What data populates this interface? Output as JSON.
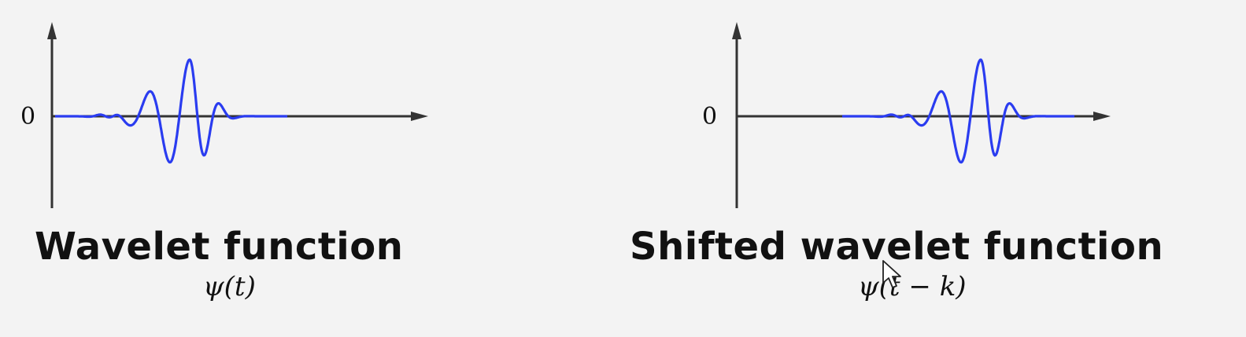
{
  "panels": [
    {
      "title": "Wavelet function",
      "formula": "ψ(t)",
      "y_axis_label": "0"
    },
    {
      "title": "Shifted wavelet function",
      "formula": "ψ(t − k)",
      "y_axis_label": "0"
    }
  ],
  "colors": {
    "background": "#f3f3f3",
    "axis": "#333333",
    "wave": "#2a3cf0",
    "text": "#111111"
  }
}
